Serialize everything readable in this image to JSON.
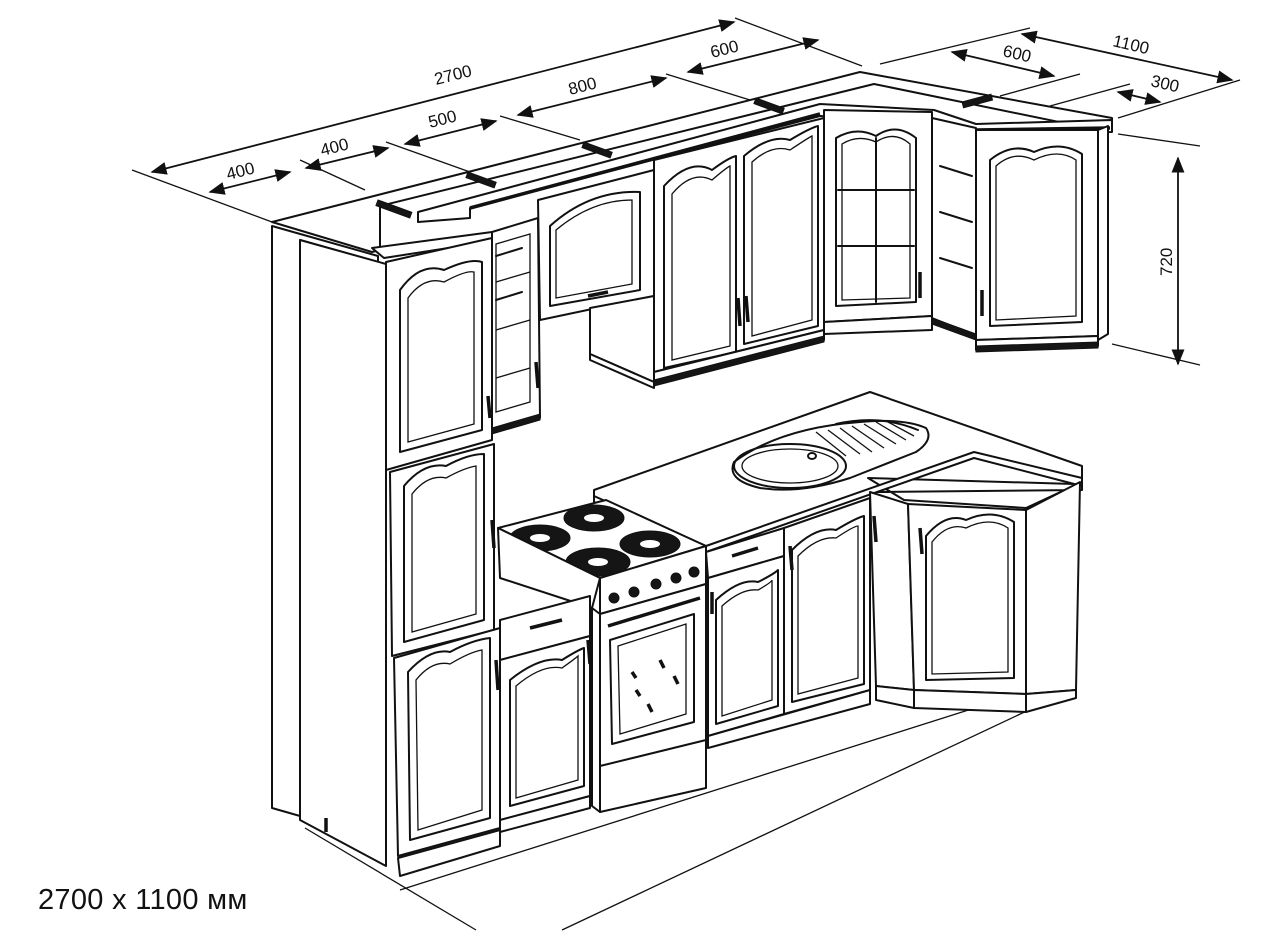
{
  "diagram": {
    "caption": "2700 x 1100 мм",
    "dimensions": {
      "total_length": "2700",
      "total_width": "1100",
      "seg_400_a": "400",
      "seg_400_b": "400",
      "seg_500": "500",
      "seg_800": "800",
      "seg_600_top": "600",
      "seg_600_side": "600",
      "seg_300": "300",
      "height_720": "720"
    }
  }
}
